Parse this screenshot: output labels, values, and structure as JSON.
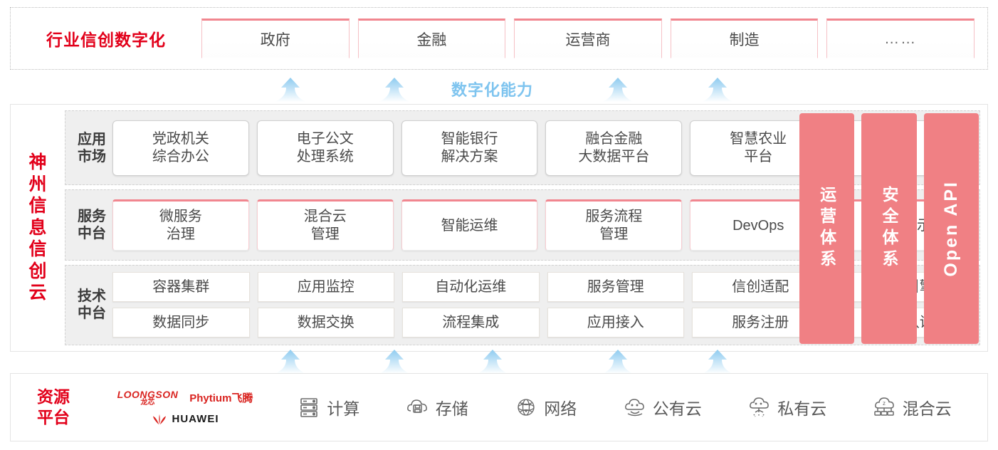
{
  "industry": {
    "title": "行业信创数字化",
    "boxes": [
      {
        "label": "政府"
      },
      {
        "label": "金融"
      },
      {
        "label": "运营商"
      },
      {
        "label": "制造"
      },
      {
        "label": "……"
      }
    ]
  },
  "capability": {
    "label": "数字化能力",
    "arrow_icon": "up-arrow-icon",
    "arrow_count": 4
  },
  "cloud": {
    "title_chars": [
      "神",
      "州",
      "信",
      "息",
      "信",
      "创",
      "云"
    ],
    "layers": [
      {
        "label_lines": [
          "应用",
          "市场"
        ],
        "name": "application-market",
        "cells": [
          {
            "label": "党政机关\n综合办公"
          },
          {
            "label": "电子公文\n处理系统"
          },
          {
            "label": "智能银行\n解决方案"
          },
          {
            "label": "融合金融\n大数据平台"
          },
          {
            "label": "智慧农业\n平台"
          },
          {
            "label": "……"
          }
        ]
      },
      {
        "label_lines": [
          "服务",
          "中台"
        ],
        "name": "service-platform",
        "cells": [
          {
            "label": "微服务\n治理"
          },
          {
            "label": "混合云\n管理"
          },
          {
            "label": "智能运维"
          },
          {
            "label": "服务流程\n管理"
          },
          {
            "label": "DevOps"
          },
          {
            "label": "大屏展示"
          }
        ]
      },
      {
        "label_lines": [
          "技术",
          "中台"
        ],
        "name": "technical-platform",
        "rows": [
          [
            "容器集群",
            "应用监控",
            "自动化运维",
            "服务管理",
            "信创适配",
            "流程引擎"
          ],
          [
            "数据同步",
            "数据交换",
            "流程集成",
            "应用接入",
            "服务注册",
            "统一认证"
          ]
        ]
      }
    ],
    "pillars": [
      {
        "label": "运营体系",
        "type": "cn"
      },
      {
        "label": "安全体系",
        "type": "cn"
      },
      {
        "label": "Open API",
        "type": "en"
      }
    ]
  },
  "lower_arrows": {
    "arrow_icon": "up-arrow-icon",
    "arrow_count": 5
  },
  "resource": {
    "title_lines": [
      "资源",
      "平台"
    ],
    "vendors": [
      {
        "name": "loongson",
        "en": "LOONGSON",
        "cn": "龙芯"
      },
      {
        "name": "phytium",
        "label": "Phytium飞腾"
      },
      {
        "name": "huawei",
        "label": "HUAWEI",
        "icon": "huawei-flower-icon"
      }
    ],
    "items": [
      {
        "label": "计算",
        "icon": "server-icon"
      },
      {
        "label": "存储",
        "icon": "cloud-storage-icon"
      },
      {
        "label": "网络",
        "icon": "network-icon"
      },
      {
        "label": "公有云",
        "icon": "public-cloud-icon"
      },
      {
        "label": "私有云",
        "icon": "private-cloud-icon"
      },
      {
        "label": "混合云",
        "icon": "hybrid-cloud-icon"
      }
    ]
  },
  "colors": {
    "brand_red": "#e2001a",
    "pillar_pink": "#f08084",
    "accent_pink": "#f1868f",
    "arrow_blue": "#9fd4f2",
    "band_gray": "#efefef"
  }
}
